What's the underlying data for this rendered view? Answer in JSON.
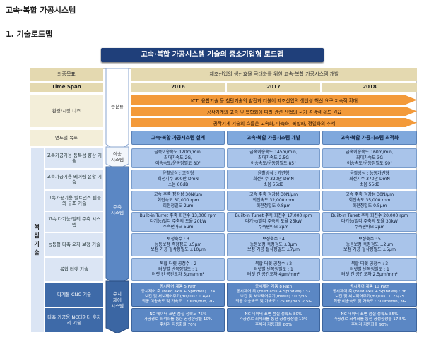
{
  "doc_title": "고속·복합 가공시스템",
  "section_title": "1. 기술로드맵",
  "banner": "고속·복합 가공시스템 기술의 중소기업형 로드맵",
  "header": {
    "final_goal_label": "최종목표",
    "final_goal_text": "제조산업의 생산효율 극대화를 위한 고속·복합 가공시스템 개발",
    "time_span_label": "Time Span",
    "years": [
      "2016",
      "2017",
      "2018"
    ]
  },
  "stages": {
    "top": "중분류",
    "ison": "이송\n시스템",
    "jucheuk": "주축\n시스템",
    "suchi": "수치\n제어\n시스템"
  },
  "env_needs": {
    "label": "환경/시장 니즈",
    "items": [
      "ICT, 융합기술 등 첨단기술의 발전과 더불어 제조산업의 생산성 혁신 요구 지속적 확대",
      "공작기계의 고속 및 복합화에 따라 관련 산업의 국가 경쟁력 획드 원요",
      "공작기계 기술의 흐름은 고속화, 다축화, 복합화, 정밀화의 추세"
    ]
  },
  "yearly_goals": {
    "label": "연도별 목표",
    "items": [
      "고속·복합 가공시스템 설계",
      "고속·복합 가공시스템 개발",
      "고속·복합 가공시스템 최적화"
    ]
  },
  "core_label": "핵\n심\n기\n술",
  "rows": [
    {
      "label": "고속가공기용 동특성 향상 기술",
      "cells": [
        "급속이송속도 120m/min,\n최대가속도 2G,\n이송속도/운동정밀도 80°",
        "급속이송속도 145m/min,\n최대가속도 2.5G\n이송속도/운동정밀도 85°",
        "급속이송속도 160m/min,\n최대가속도 3G\n이송속도/운동정밀도 90°"
      ]
    },
    {
      "label": "고속가공기용 베어링 윤활 기술",
      "cells": [
        "윤활방식 : 고정형\n회전지수 300만 DmN\n소음 60dB",
        "윤활방식 : 가변형\n회전지수 320만 DmN\n소음 55dB",
        "윤활방식 : 능동가변형\n회전지수 370만 DmN\n소음 55dB"
      ]
    },
    {
      "label": "고속가공기용 빌트인스 핀들의 구조 기술",
      "cells": [
        "고속 주축 정강성 30N/μm\n회전속도 30,000 rpm\n회전정밀도 2μm",
        "고속 주축 정강성 30N/μm\n회전속도 32,000 rpm\n회전정밀도 0.8μm",
        "고속 주축 정강성 30N/μm\n회전속도 35,000 rpm\n회전정밀도 0.5μm"
      ]
    },
    {
      "label": "고속 다기능/멀티 주축 시스템",
      "cells": [
        "Built-in Turret 주축 회전수 13,000 rpm\n다기능/멀티 주축의 토율 20kW\n주축편마모 5μm",
        "Built-in Turret 주축 회전수 17,000 rpm\n다기능/멀티 주축의 토율 25kW\n주축편마모 3μm",
        "Built-in Turret 주축 회전수 20,000 rpm\n다기능/멀티 주축의 토율 30kW\n주축편마모 2μm"
      ]
    },
    {
      "label": "능동형 다축 오차 보정 기술",
      "cells": [
        "보정축수 : 3\n능동보정 측정정도 ±5μm\n보정 가공 절삭정밀도 ±10μm",
        "보정축수 : 4\n능동보정 측정정도 ±3μm\n보정 가공 절삭정밀도 ±7μm",
        "보정축수 : 5\n능동보정 측정정도 ±2μm\n보정 가공 절삭정밀도 ±5μm"
      ]
    },
    {
      "label": "복합 터렛 기술",
      "cells": [
        "복합 터렛 공정수 : 2\n터렛별 반복정밀도 : 1\n터렛 간 공간오차 5μm/mm²",
        "복합 터렛 공정수 : 2\n터렛별 반복정밀도 : 1\n터렛 간 공간오차 4μm/mm²",
        "복합 터렛 공정수 : 3\n터렛별 반복정밀도 : 1\n터렛 간 공간오차 2.5μm/mm²"
      ]
    },
    {
      "label": "다계통 CNC 기술",
      "cells": [
        "동시제어 계통 5 Path\n동시제어 축 (Feed axis + Spindles) : 24\n보간 및 서보제어주기(ms/us) : 0.4/40\n최종 이송속도 및 가속도 : 200m/min, 2G",
        "동시제어 계통 8 Path\n동시제어 축 (Feed axis + Spindles) : 32\n보간 및 서보제어주기(ms/us) : 0.3/35\n최종 이송속도 및 가속도 : 250m/min, 2.5G",
        "동시제어 계통 10 Path\n동시제어 축 (Feed axis + Spindles) : 36\n보간 및 서보제어주기(ms/us) : 0.25/25\n최종 이송속도 및 가속도 : 300m/min, 3G"
      ]
    },
    {
      "label": "다축 가공용 NC데이터 후처리 기술",
      "cells": [
        "NC 데이터 표면 품질 정확도 75%\n가공경로 최적화를 통한 공정향상율 10%\n후처리 자동화율 70%",
        "NC 데이터 표면 품질 정확도 80%\n가공경로 최적화를 통한 공정향상율 12%\n후처리 자동화율 80%",
        "NC 데이터 표면 품질 정확도 85%\n가공경로 최적화를 통한 공정향상율 17.5%\n후처리 자동화율 90%"
      ]
    }
  ]
}
